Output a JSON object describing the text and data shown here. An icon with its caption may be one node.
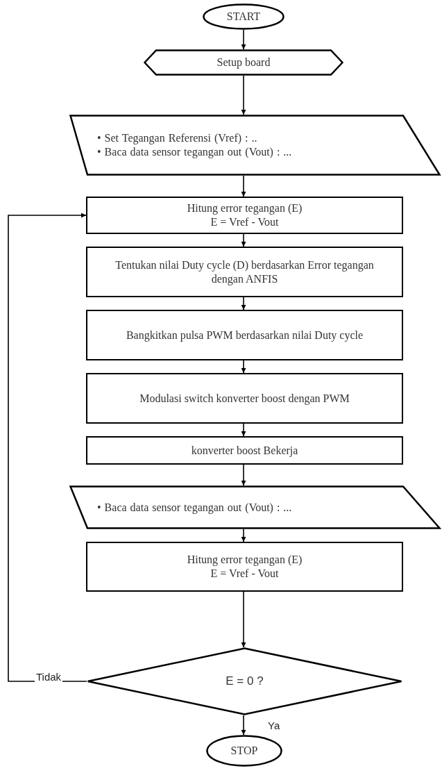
{
  "diagram": {
    "nodes": [
      {
        "text": [
          "START"
        ]
      },
      {
        "text": [
          "Setup board"
        ]
      },
      {
        "text": [
          "• Set Tegangan Referensi (Vref) : ..",
          "• Baca data sensor tegangan out (Vout) : ..."
        ]
      },
      {
        "text": [
          "Hitung error tegangan (E)",
          "E = Vref - Vout"
        ]
      },
      {
        "text": [
          "Tentukan nilai Duty cycle (D) berdasarkan Error tegangan dengan ANFIS"
        ]
      },
      {
        "text": [
          "Bangkitkan pulsa PWM berdasarkan nilai Duty cycle"
        ]
      },
      {
        "text": [
          "Modulasi switch konverter boost dengan PWM"
        ]
      },
      {
        "text": [
          "konverter boost Bekerja"
        ]
      },
      {
        "text": [
          "• Baca data sensor tegangan out (Vout) : ..."
        ]
      },
      {
        "text": [
          "Hitung error tegangan (E)",
          "E = Vref - Vout"
        ]
      },
      {
        "text": [
          "E = 0 ?"
        ]
      },
      {
        "text": [
          "STOP"
        ]
      }
    ],
    "edges": [
      {
        "from": 0,
        "to": 1,
        "arrow": "to"
      },
      {
        "from": 1,
        "to": 2,
        "arrow": "to"
      },
      {
        "from": 2,
        "to": 3,
        "arrow": "to"
      },
      {
        "from": 3,
        "to": 4,
        "arrow": "to"
      },
      {
        "from": 4,
        "to": 5,
        "arrow": "to"
      },
      {
        "from": 5,
        "to": 6,
        "arrow": "to"
      },
      {
        "from": 6,
        "to": 7,
        "arrow": "to"
      },
      {
        "from": 7,
        "to": 8,
        "arrow": "to"
      },
      {
        "from": 8,
        "to": 9,
        "arrow": "to"
      },
      {
        "from": 9,
        "to": 10,
        "arrow": "to"
      },
      {
        "from": 10,
        "to": 11,
        "arrow": "to",
        "label": "Ya"
      },
      {
        "from": 10,
        "to": 3,
        "arrow": "to",
        "label": "Tidak"
      }
    ]
  }
}
